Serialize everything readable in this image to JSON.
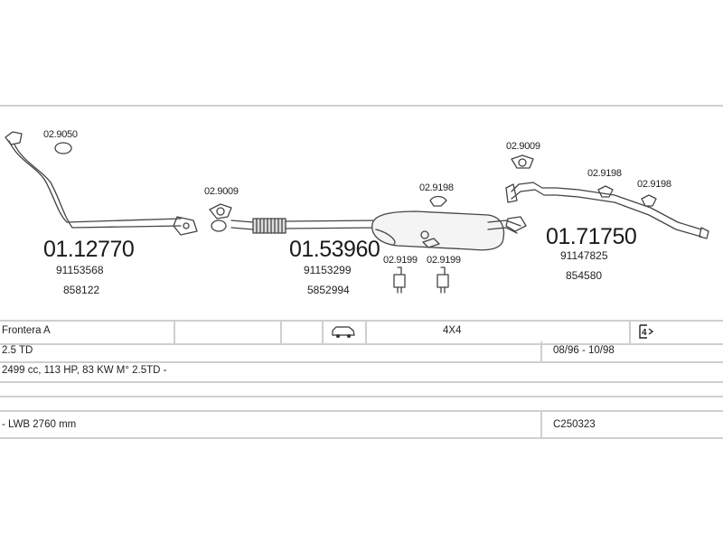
{
  "parts": {
    "front_pipe": {
      "part": "01.12770",
      "ref1": "91153568",
      "ref2": "858122"
    },
    "middle_silencer": {
      "part": "01.53960",
      "ref1": "91153299",
      "ref2": "5852994"
    },
    "tail_pipe": {
      "part": "01.71750",
      "ref1": "91147825",
      "ref2": "854580"
    },
    "gasket_front": "02.9050",
    "gasket_mid": "02.9009",
    "gasket_rear": "02.9009",
    "clamp_mid": "02.9198",
    "hanger_left": "02.9199",
    "hanger_right": "02.9199",
    "hanger_rear_left": "02.9198",
    "hanger_rear_right": "02.9198"
  },
  "vehicle": {
    "model": "Frontera A",
    "drive": "4X4",
    "engine": "2.5 TD",
    "years": "08/96 - 10/98",
    "spec": "2499 cc, 113 HP, 83 KW M° 2.5TD -",
    "body": "- LWB 2760 mm",
    "code": "C250323"
  },
  "icons": {
    "vehicle": "suv-icon",
    "drive": "four-wheel-drive-icon"
  }
}
